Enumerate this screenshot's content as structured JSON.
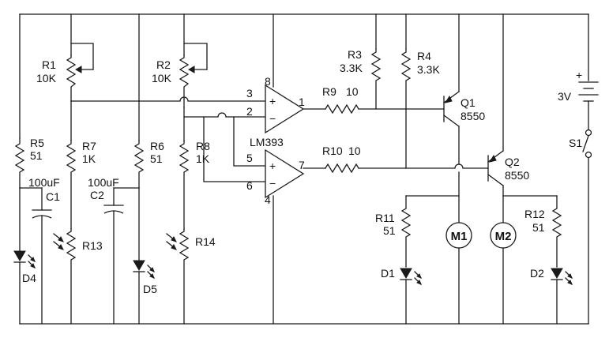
{
  "components": {
    "r1": {
      "ref": "R1",
      "value": "10K"
    },
    "r2": {
      "ref": "R2",
      "value": "10K"
    },
    "r3": {
      "ref": "R3",
      "value": "3.3K"
    },
    "r4": {
      "ref": "R4",
      "value": "3.3K"
    },
    "r5": {
      "ref": "R5",
      "value": "51"
    },
    "r6": {
      "ref": "R6",
      "value": "51"
    },
    "r7": {
      "ref": "R7",
      "value": "1K"
    },
    "r8": {
      "ref": "R8",
      "value": "1K"
    },
    "r9": {
      "ref": "R9",
      "value": "10"
    },
    "r10": {
      "ref": "R10",
      "value": "10"
    },
    "r11": {
      "ref": "R11",
      "value": "51"
    },
    "r12": {
      "ref": "R12",
      "value": "51"
    },
    "r13": {
      "ref": "R13"
    },
    "r14": {
      "ref": "R14"
    },
    "c1": {
      "ref": "C1",
      "value": "100uF"
    },
    "c2": {
      "ref": "C2",
      "value": "100uF"
    },
    "q1": {
      "ref": "Q1",
      "value": "8550"
    },
    "q2": {
      "ref": "Q2",
      "value": "8550"
    },
    "d1": {
      "ref": "D1"
    },
    "d2": {
      "ref": "D2"
    },
    "d4": {
      "ref": "D4"
    },
    "d5": {
      "ref": "D5"
    },
    "m1": {
      "ref": "M1"
    },
    "m2": {
      "ref": "M2"
    },
    "s1": {
      "ref": "S1"
    },
    "battery": {
      "value": "3V"
    },
    "comparator": {
      "ref": "LM393"
    }
  },
  "pins": {
    "p1": "1",
    "p2": "2",
    "p3": "3",
    "p4": "4",
    "p5": "5",
    "p6": "6",
    "p7": "7",
    "p8": "8"
  },
  "symbols": {
    "plus": "+",
    "minus": "−"
  }
}
